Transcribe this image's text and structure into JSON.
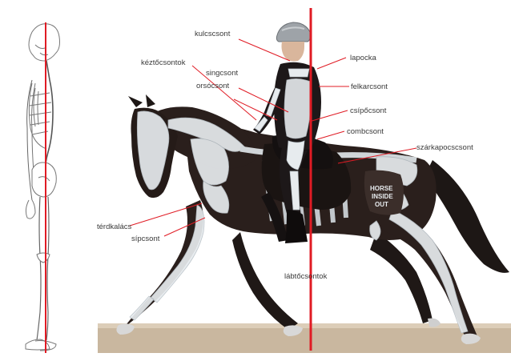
{
  "figure": {
    "labels": {
      "kulcscsont": "kulcscsont",
      "keztocsontok": "kéztőcsontok",
      "singcsont": "singcsont",
      "orsocsont": "orsócsont",
      "lapocka": "lapocka",
      "felkarcsont": "felkarcsont",
      "csipocsont": "csípőcsont",
      "combcsont": "combcsont",
      "szarkapocscsont": "szárkapocscsont",
      "terdkalacs": "térdkalács",
      "sipcsont": "sípcsont",
      "labtocsontok": "lábtőcsontok"
    },
    "saddle_pad_text": "HORSE INSIDE OUT",
    "colors": {
      "reference_line": "#e01b24",
      "horse_body": "#2a1f1c",
      "bone": "#e7ebee",
      "label_text": "#3a3a3a",
      "ground": "#c9b79f"
    }
  }
}
